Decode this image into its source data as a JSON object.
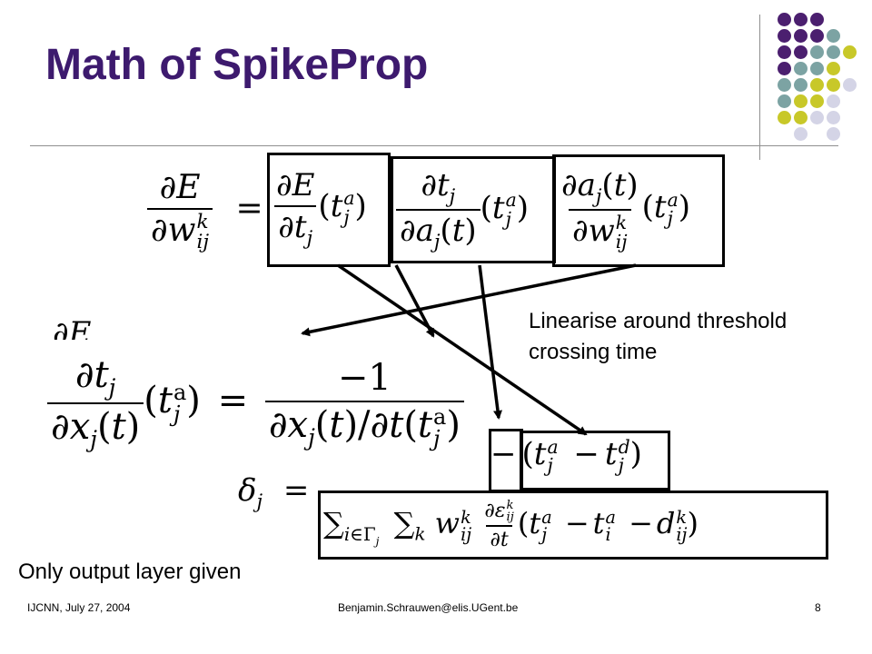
{
  "slide": {
    "title": "Math of SpikeProp",
    "note_linearise_line1": "Linearise around threshold",
    "note_linearise_line2": "crossing time",
    "note_output": "Only output layer given",
    "footer_left": "IJCNN,  July 27, 2004",
    "footer_center": "Benjamin.Schrauwen@elis.UGent.be",
    "page_number": "8"
  },
  "equations": {
    "partial": "∂",
    "E": "E",
    "w": "w",
    "t": "t",
    "a": "a",
    "x": "x",
    "equals": "=",
    "minus_one": "−1",
    "delta": "δ",
    "epsilon": "ε",
    "sum": "∑",
    "gamma": "Γ",
    "d": "d",
    "minus": "−"
  },
  "colors": {
    "title": "#3d1a6e",
    "dot_purple": "#4b1f6f",
    "dot_teal": "#7ca3a3",
    "dot_olive": "#c8c829",
    "dot_lavender": "#d4d4e6"
  }
}
